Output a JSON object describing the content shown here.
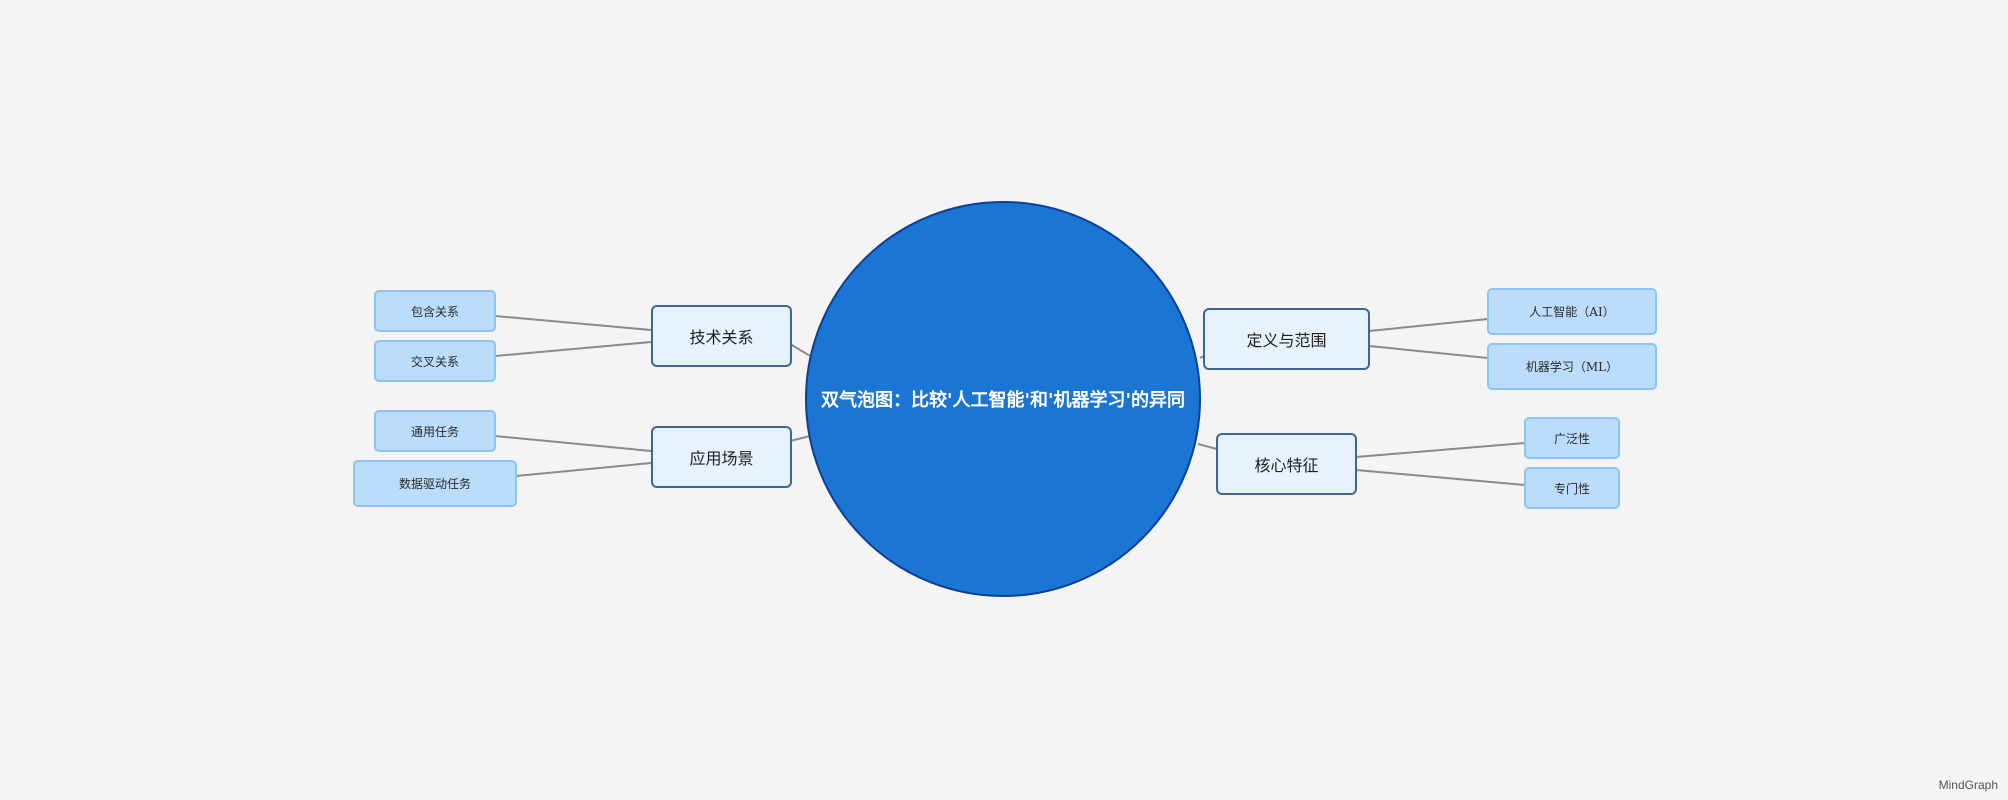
{
  "diagram": {
    "center": {
      "label": "双气泡图：比较'人工智能'和'机器学习'的异同"
    },
    "branches": [
      {
        "id": "tech",
        "label": "技术关系",
        "leaves": [
          "包含关系",
          "交叉关系"
        ]
      },
      {
        "id": "app",
        "label": "应用场景",
        "leaves": [
          "通用任务",
          "数据驱动任务"
        ]
      },
      {
        "id": "def",
        "label": "定义与范围",
        "leaves": [
          "人工智能（AI）",
          "机器学习（ML）"
        ]
      },
      {
        "id": "core",
        "label": "核心特征",
        "leaves": [
          "广泛性",
          "专门性"
        ]
      }
    ],
    "colors": {
      "center_fill": "#1b75d2",
      "center_stroke": "#0b3f99",
      "branch_fill": "#e6f2fd",
      "branch_stroke": "#3d6595",
      "leaf_fill": "#bbdcfa",
      "leaf_stroke": "#8ec4f3",
      "connector": "#8a8a8a"
    }
  },
  "watermark": "MindGraph"
}
